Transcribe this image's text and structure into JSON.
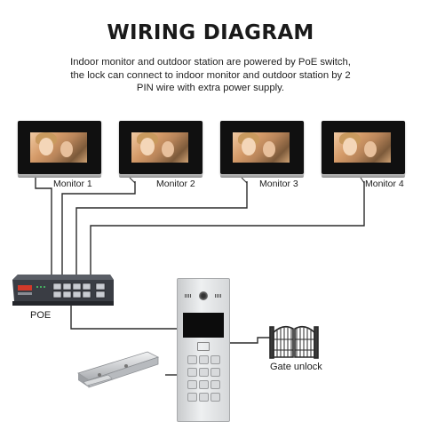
{
  "title": "WIRING DIAGRAM",
  "description": [
    "Indoor monitor and outdoor station are powered by PoE switch,",
    "the lock can connect to indoor monitor and outdoor station by 2",
    "PIN wire with extra power supply."
  ],
  "monitors": [
    {
      "label": "Monitor 1"
    },
    {
      "label": "Monitor 2"
    },
    {
      "label": "Monitor 3"
    },
    {
      "label": "Monitor 4"
    }
  ],
  "poe_switch": {
    "label": "POE",
    "icon": "poe-switch-icon"
  },
  "outdoor_station": {
    "icon": "outdoor-station-icon"
  },
  "gate": {
    "label": "Gate unlock",
    "icon": "gate-icon"
  },
  "magnetic_lock": {
    "icon": "magnetic-lock-icon"
  },
  "colors": {
    "wire": "#2b2b2b",
    "monitor_frame": "#101010",
    "switch_body": "#3a3d44",
    "switch_logo": "#d23a2a"
  }
}
